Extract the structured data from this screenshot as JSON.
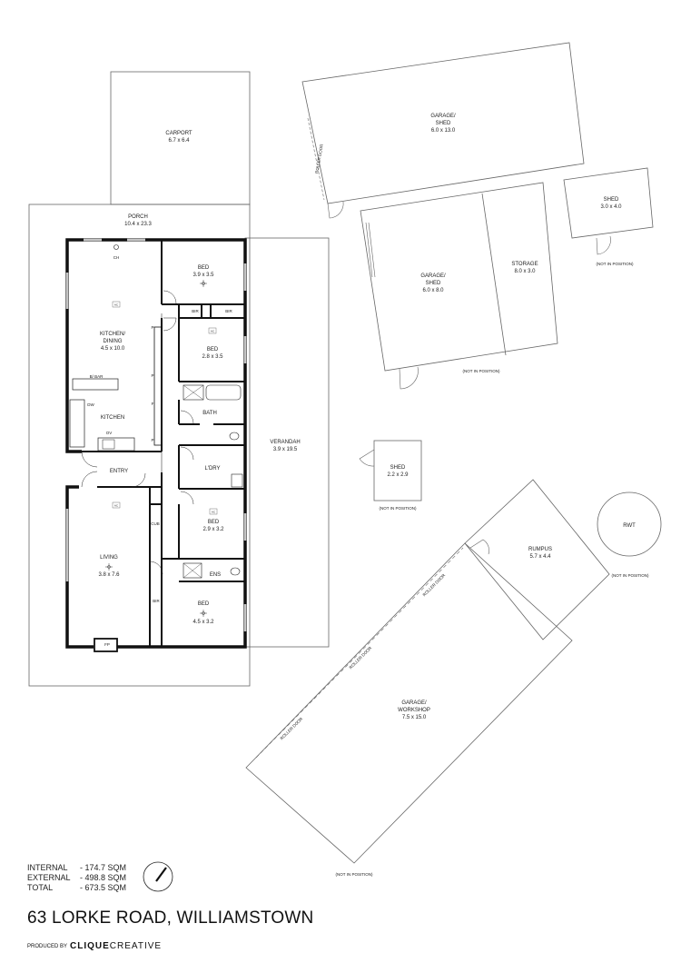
{
  "rooms": {
    "carport": {
      "name": "CARPORT",
      "dims": "6.7 x 6.4"
    },
    "porch": {
      "name": "PORCH",
      "dims": "10.4 x 23.3"
    },
    "garage_shed_top": {
      "name": "GARAGE/",
      "name2": "SHED",
      "dims": "6.0 x 13.0"
    },
    "garage_shed_mid": {
      "name": "GARAGE/",
      "name2": "SHED",
      "dims": "6.0 x 8.0"
    },
    "storage": {
      "name": "STORAGE",
      "dims": "8.0 x 3.0"
    },
    "shed_small": {
      "name": "SHED",
      "dims": "3.0 x 4.0"
    },
    "shed_mid": {
      "name": "SHED",
      "dims": "2.2 x 2.9"
    },
    "rumpus": {
      "name": "RUMPUS",
      "dims": "5.7 x 4.4"
    },
    "rwt": {
      "name": "RWT"
    },
    "garage_workshop": {
      "name": "GARAGE/",
      "name2": "WORKSHOP",
      "dims": "7.5 x 15.0"
    },
    "kitchen_dining": {
      "name": "KITCHEN/",
      "name2": "DINING",
      "dims": "4.5 x 10.0"
    },
    "kitchen": {
      "name": "KITCHEN"
    },
    "entry": {
      "name": "ENTRY"
    },
    "living": {
      "name": "LIVING",
      "dims": "3.8 x 7.6"
    },
    "bed1": {
      "name": "BED",
      "dims": "3.9 x 3.5"
    },
    "bed2": {
      "name": "BED",
      "dims": "2.8 x 3.5"
    },
    "bath": {
      "name": "BATH"
    },
    "ldry": {
      "name": "L'DRY"
    },
    "bed3": {
      "name": "BED",
      "dims": "2.9 x 3.2"
    },
    "ens": {
      "name": "ENS"
    },
    "bed4": {
      "name": "BED",
      "dims": "4.5 x 3.2"
    },
    "verandah": {
      "name": "VERANDAH",
      "dims": "3.9 x 19.5"
    }
  },
  "fixtures": {
    "ch": "CH",
    "bbar": "B/ BAR",
    "dw": "DW",
    "ov": "OV",
    "bir1": "BIR",
    "bir2": "BIR",
    "bir3": "BIR",
    "cub": "CUB",
    "fp": "FP",
    "p1": "P",
    "p2": "P",
    "f": "F",
    "p3": "P",
    "ac": "AC"
  },
  "notes": {
    "not_in_position": "(NOT IN POSITION)",
    "roller_door": "ROLLER DOOR"
  },
  "areas": [
    {
      "label": "INTERNAL",
      "value": "- 174.7 SQM"
    },
    {
      "label": "EXTERNAL",
      "value": "- 498.8 SQM"
    },
    {
      "label": "TOTAL",
      "value": "- 673.5 SQM"
    }
  ],
  "address": "63 LORKE ROAD, WILLIAMSTOWN",
  "credit": {
    "produced_by": "PRODUCED BY",
    "brand_a": "CLIQUE",
    "brand_b": "CREATIVE"
  },
  "compass_icon": "north-arrow-icon"
}
